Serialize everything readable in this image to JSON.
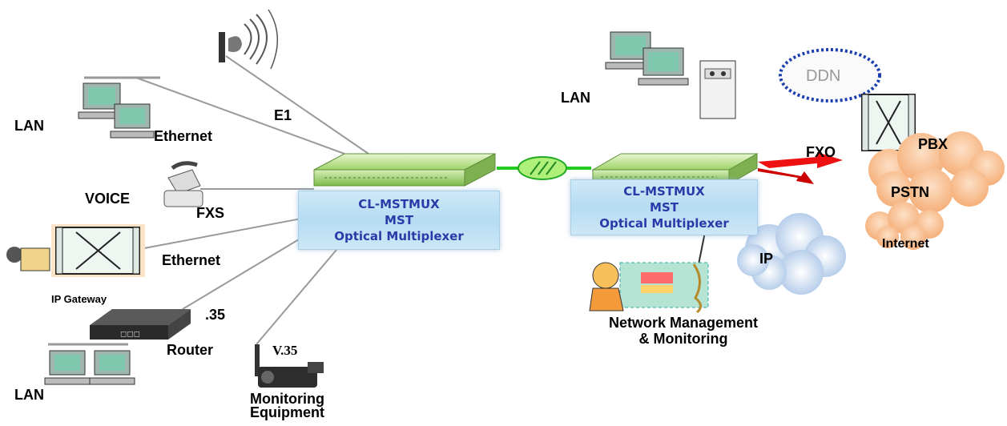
{
  "left_side": {
    "lan_top": "LAN",
    "e1": "E1",
    "ethernet_top": "Ethernet",
    "voice": "VOICE",
    "fxs": "FXS",
    "ethernet_mid": "Ethernet",
    "ip_gateway": "IP Gateway",
    "v35_short": ".35",
    "router": "Router",
    "lan_bottom": "LAN",
    "v35": "V.35",
    "monitoring_1": "Monitoring",
    "monitoring_2": "Equipment"
  },
  "mux_left": {
    "line1": "CL-MSTMUX",
    "line2": "MST",
    "line3": "Optical Multiplexer"
  },
  "mux_right": {
    "line1": "CL-MSTMUX",
    "line2": "MST",
    "line3": "Optical Multiplexer"
  },
  "right_side": {
    "lan": "LAN",
    "ddn": "DDN",
    "fxo": "FXO",
    "pbx": "PBX",
    "pstn": "PSTN",
    "internet": "Internet",
    "ip": "IP",
    "nm_1": "Network Management",
    "nm_2": "& Monitoring"
  },
  "colors": {
    "mux_text": "#2a3aa8",
    "link_green": "#22cc22",
    "fxo_red": "#ee1111",
    "ddn_border": "#1c3fb0",
    "cloud_orange": "#f5b98a"
  }
}
